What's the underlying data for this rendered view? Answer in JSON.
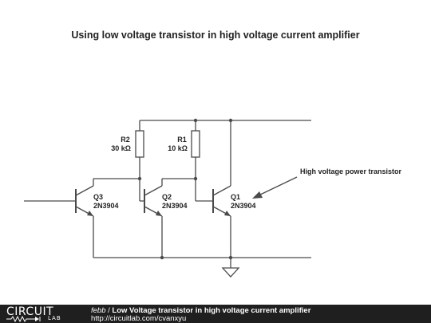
{
  "title": "Using low voltage transistor in high voltage current amplifier",
  "components": {
    "r2": {
      "ref": "R2",
      "value": "30 kΩ"
    },
    "r1": {
      "ref": "R1",
      "value": "10 kΩ"
    },
    "q3": {
      "ref": "Q3",
      "part": "2N3904"
    },
    "q2": {
      "ref": "Q2",
      "part": "2N3904"
    },
    "q1": {
      "ref": "Q1",
      "part": "2N3904"
    }
  },
  "annotation": "High voltage power transistor",
  "footer": {
    "logo_top": "CIRCUIT",
    "logo_bottom": "LAB",
    "user": "febb",
    "separator": " / ",
    "circuit_title": "Low Voltage transistor in high voltage current amplifier",
    "url": "http://circuitlab.com/cvanxyu"
  }
}
